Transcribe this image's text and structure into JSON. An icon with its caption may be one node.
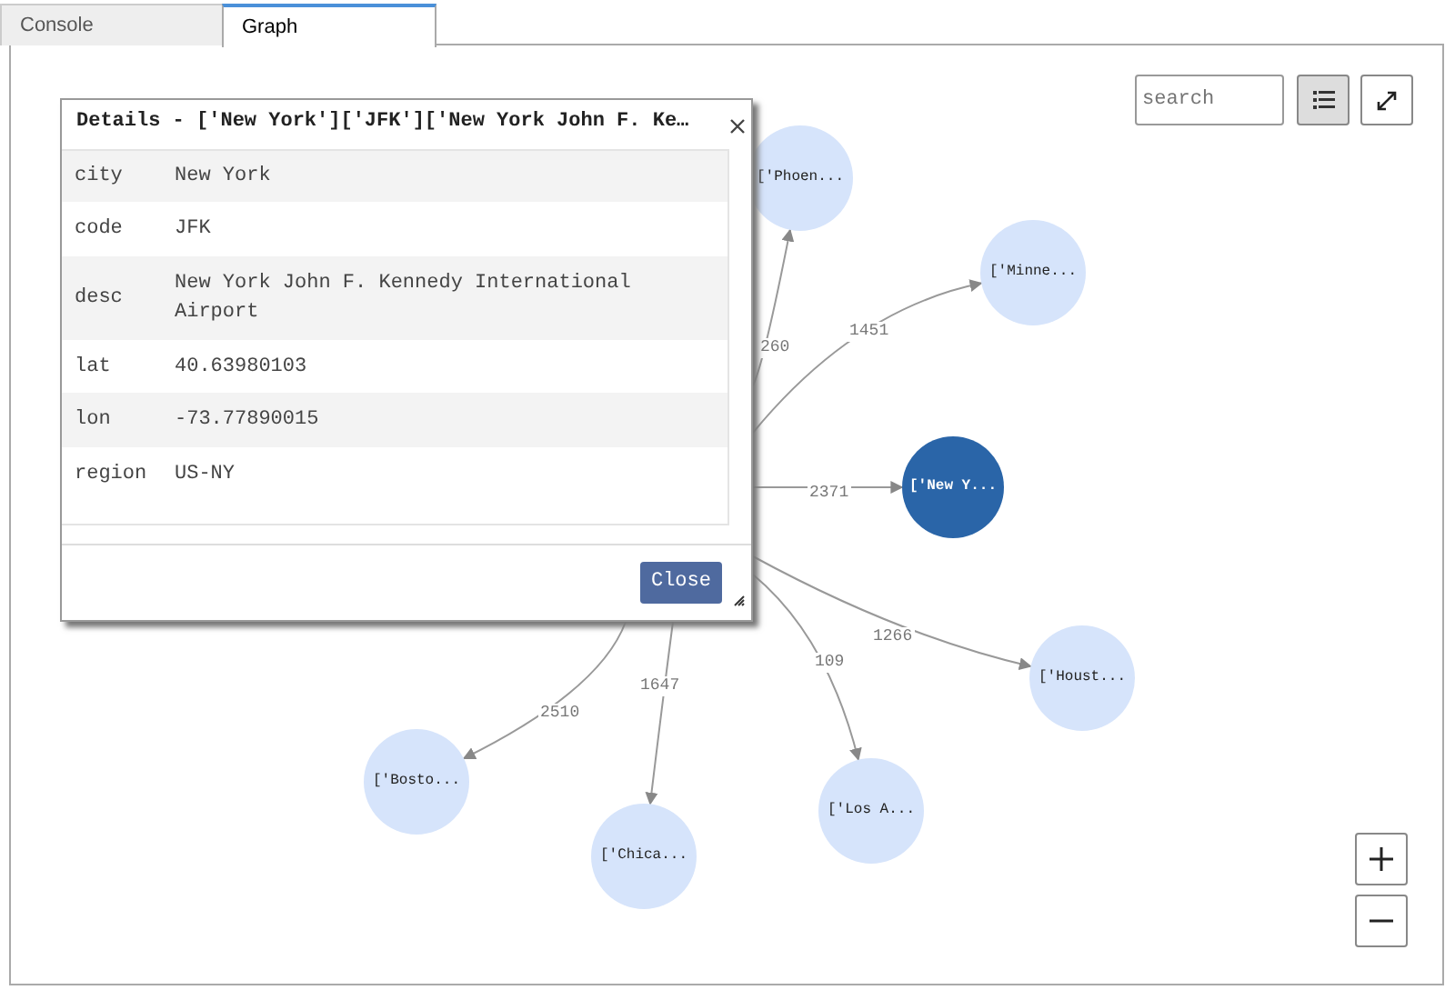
{
  "diagram": {
    "nodes": [
      {
        "text": [
          "['Phoen..."
        ]
      },
      {
        "text": [
          "['Minne..."
        ]
      },
      {
        "text": [
          "['New Y..."
        ]
      },
      {
        "text": [
          "['Houst..."
        ]
      },
      {
        "text": [
          "['Los A..."
        ]
      },
      {
        "text": [
          "['Chica..."
        ]
      },
      {
        "text": [
          "['Bosto..."
        ]
      },
      {
        "text": [
          "Details - ['New York']['JFK']['New York John F. Ke…",
          "city",
          "New York",
          "code",
          "JFK",
          "desc",
          "New York John F. Kennedy International Airport",
          "lat",
          "40.63980103",
          "lon",
          "-73.77890015",
          "region",
          "US-NY"
        ]
      }
    ],
    "edges": [
      {
        "from": 7,
        "to": 0,
        "arrow": "to",
        "label": "260"
      },
      {
        "from": 7,
        "to": 1,
        "arrow": "to",
        "label": "1451"
      },
      {
        "from": 7,
        "to": 2,
        "arrow": "to",
        "label": "2371"
      },
      {
        "from": 7,
        "to": 3,
        "arrow": "to",
        "label": "1266"
      },
      {
        "from": 7,
        "to": 4,
        "arrow": "to",
        "label": "109"
      },
      {
        "from": 7,
        "to": 5,
        "arrow": "to",
        "label": "1647"
      },
      {
        "from": 7,
        "to": 6,
        "arrow": "to",
        "label": "2510"
      }
    ],
    "labels": [
      "Console",
      "Graph",
      "Close",
      "search"
    ]
  }
}
